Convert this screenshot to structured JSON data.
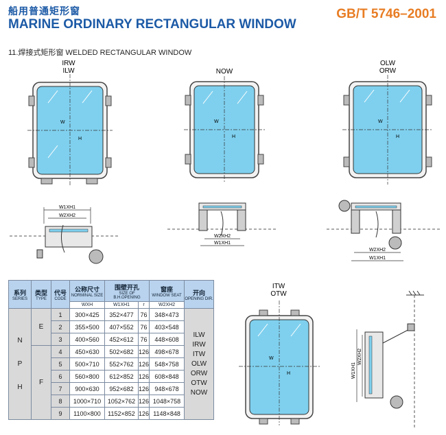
{
  "header": {
    "title_cn": "船用普通矩形窗",
    "title_en": "MARINE ORDINARY RECTANGULAR WINDOW",
    "standard": "GB/T 5746–2001"
  },
  "section_title": "11.焊接式矩形窗  WELDED RECTANGULAR WINDOW",
  "drawings": {
    "d1_label_a": "IRW",
    "d1_label_b": "ILW",
    "d2_label": "NOW",
    "d3_label_a": "OLW",
    "d3_label_b": "ORW",
    "d4_label_a": "ITW",
    "d4_label_b": "OTW",
    "dim_w": "W",
    "dim_h": "H",
    "w1xh1": "W1XH1",
    "w2xh2": "W2XH2",
    "w2xh2_side": "W2XH2",
    "w1xh1_side": "W1XH1"
  },
  "table": {
    "headers": {
      "series_cn": "系列",
      "series_en": "SERIES",
      "type_cn": "类型",
      "type_en": "TYPE",
      "code_cn": "代号",
      "code_en": "CODE",
      "nominal_cn": "公称尺寸",
      "nominal_en": "NORMINAL SIZE",
      "opening_cn": "围壁开孔",
      "opening_en": "SIZE OF B.H.OPENING",
      "seat_cn": "窗座",
      "seat_en": "WINDOW SEAT",
      "dir_cn": "开向",
      "dir_en": "OPENING DIR."
    },
    "subheaders": {
      "wxh": "WXH",
      "w1xh1": "W1XH1",
      "r": "r",
      "w2xh2": "W2XH2"
    },
    "series": [
      "N",
      "P",
      "H"
    ],
    "types": [
      "E",
      "F"
    ],
    "rows": [
      {
        "code": "1",
        "nominal": "300×425",
        "opening": "352×477",
        "r": "76",
        "seat": "348×473"
      },
      {
        "code": "2",
        "nominal": "355×500",
        "opening": "407×552",
        "r": "76",
        "seat": "403×548"
      },
      {
        "code": "3",
        "nominal": "400×560",
        "opening": "452×612",
        "r": "76",
        "seat": "448×608"
      },
      {
        "code": "4",
        "nominal": "450×630",
        "opening": "502×682",
        "r": "126",
        "seat": "498×678"
      },
      {
        "code": "5",
        "nominal": "500×710",
        "opening": "552×762",
        "r": "126",
        "seat": "548×758"
      },
      {
        "code": "6",
        "nominal": "560×800",
        "opening": "612×852",
        "r": "126",
        "seat": "608×848"
      },
      {
        "code": "7",
        "nominal": "900×630",
        "opening": "952×682",
        "r": "126",
        "seat": "948×678"
      },
      {
        "code": "8",
        "nominal": "1000×710",
        "opening": "1052×762",
        "r": "126",
        "seat": "1048×758"
      },
      {
        "code": "9",
        "nominal": "1100×800",
        "opening": "1152×852",
        "r": "126",
        "seat": "1148×848"
      }
    ],
    "directions": [
      "ILW",
      "IRW",
      "ITW",
      "OLW",
      "ORW",
      "OTW",
      "NOW"
    ]
  }
}
